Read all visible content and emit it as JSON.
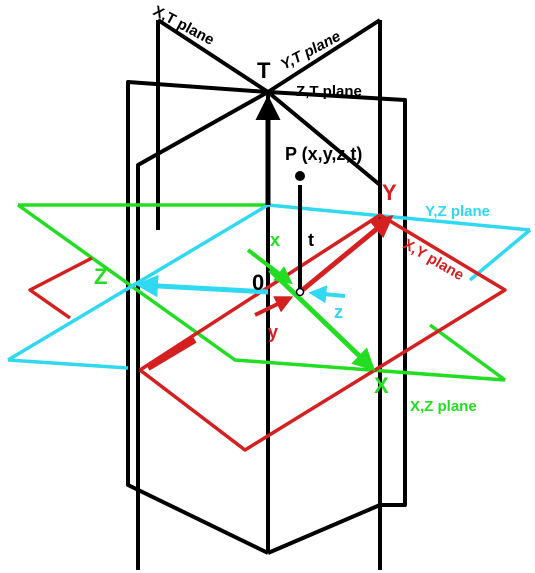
{
  "labels": {
    "xt_plane": "X,T plane",
    "yt_plane": "Y,T plane",
    "zt_plane": "Z,T plane",
    "t_axis": "T",
    "point": "P (x,y,z,t)",
    "t_vec": "t",
    "y_axis": "Y",
    "yz_plane": "Y,Z plane",
    "xy_plane": "X,Y plane",
    "z_axis": "Z",
    "x_vec": "x",
    "origin": "0",
    "z_vec": "z",
    "y_vec": "y",
    "x_axis": "X",
    "xz_plane": "X,Z plane"
  },
  "colors": {
    "t_planes": "#000000",
    "xy_plane": "#d42020",
    "xz_plane": "#22dd22",
    "yz_plane": "#30d8f0"
  }
}
